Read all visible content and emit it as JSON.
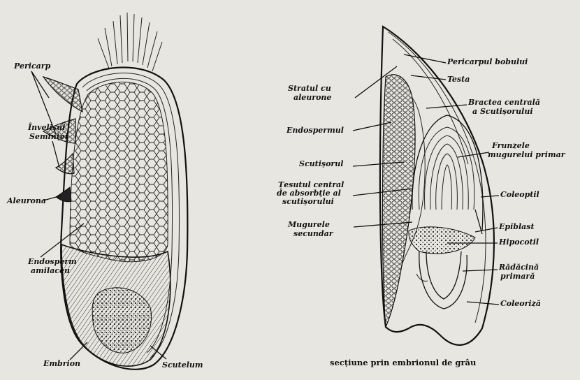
{
  "left_figure": {
    "labels": {
      "pericarp": "Pericarp",
      "invelis_1": "Învelișul",
      "invelis_2": "Seminței",
      "aleurona": "Aleurona",
      "endosperm_1": "Endosperm",
      "endosperm_2": "amilaceu",
      "embrion": "Embrion",
      "scutellum": "Scutelum"
    }
  },
  "right_figure": {
    "labels": {
      "stratul_1": "Stratul cu",
      "stratul_2": "aleurone",
      "endospermul": "Endospermul",
      "scutisorul": "Scutișorul",
      "tesutul_1": "Țesutul central",
      "tesutul_2": "de absorbție al",
      "tesutul_3": "scutișorului",
      "mugurele_1": "Mugurele",
      "mugurele_2": "secundar",
      "pericarpul": "Pericarpul bobului",
      "testa": "Testa",
      "bractee_1": "Bractea centrală",
      "bractee_2": "a Scutișorului",
      "frunze_1": "Frunzele",
      "frunze_2": "mugurelui primar",
      "coleoptil": "Coleoptil",
      "epiblast": "Epiblast",
      "hipocotil": "Hipocotil",
      "radacina_1": "Rădăcină",
      "radacina_2": "primară",
      "coleoriza": "Coleoriză"
    },
    "caption": "secțiune prin embrionul de grâu"
  }
}
